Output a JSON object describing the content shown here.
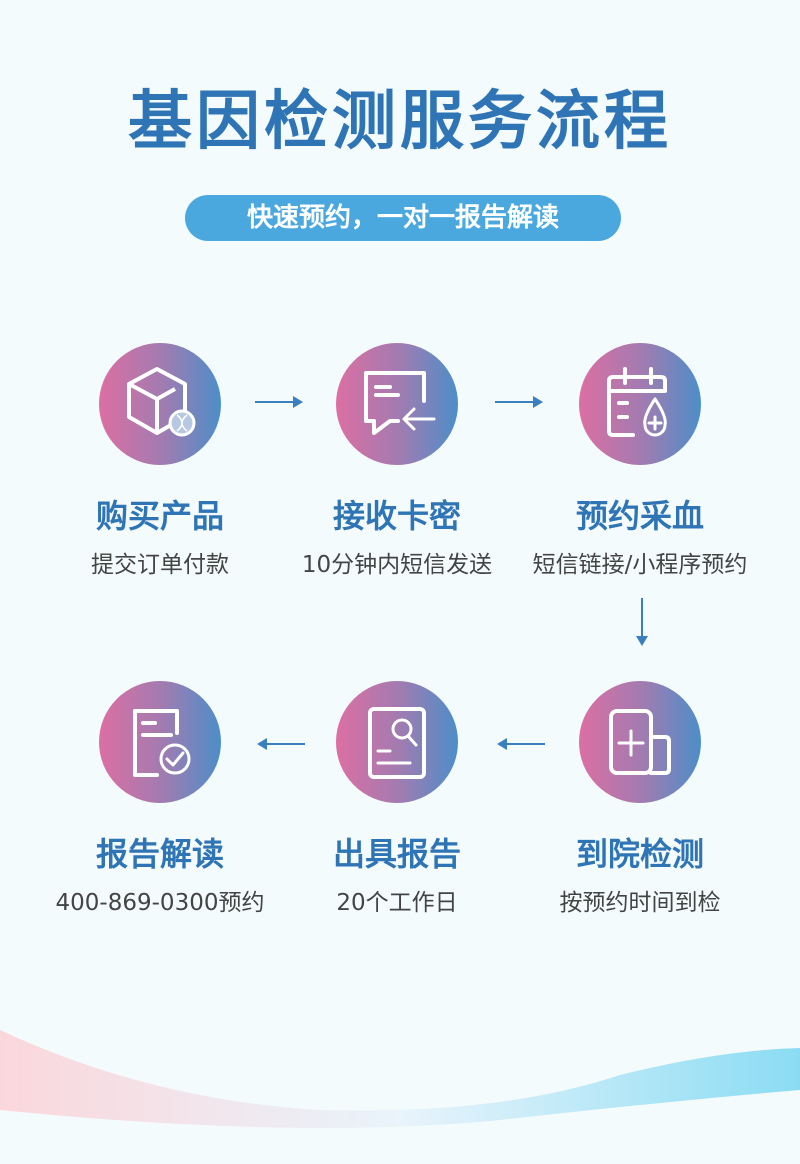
{
  "title": "基因检测服务流程",
  "subtitle": "快速预约，一对一报告解读",
  "steps": [
    {
      "label": "购买产品",
      "desc": "提交订单付款",
      "icon": "box-dna-icon"
    },
    {
      "label": "接收卡密",
      "desc": "10分钟内短信发送",
      "icon": "message-receive-icon"
    },
    {
      "label": "预约采血",
      "desc": "短信链接/小程序预约",
      "icon": "calendar-blood-icon"
    },
    {
      "label": "到院检测",
      "desc": "按预约时间到检",
      "icon": "hospital-icon"
    },
    {
      "label": "出具报告",
      "desc": "20个工作日",
      "icon": "report-search-icon"
    },
    {
      "label": "报告解读",
      "desc": "400-869-0300预约",
      "icon": "report-check-icon"
    }
  ],
  "colors": {
    "accent": "#2f75b5",
    "pill": "#4aa8de",
    "gradient": [
      "#dc6fa3",
      "#4d8ec8"
    ]
  }
}
